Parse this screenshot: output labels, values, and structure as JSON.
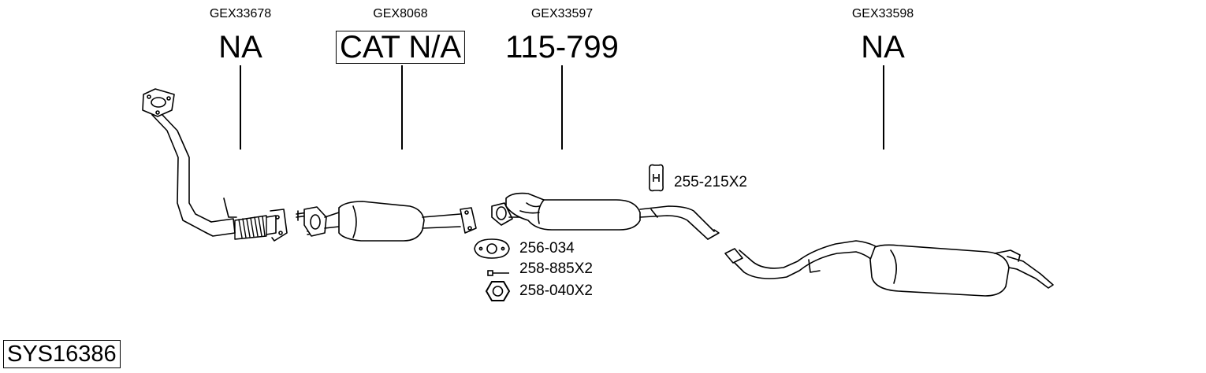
{
  "parts": [
    {
      "ref": "GEX33678",
      "code": "NA",
      "boxed": false
    },
    {
      "ref": "GEX8068",
      "code": "CAT N/A",
      "boxed": true
    },
    {
      "ref": "GEX33597",
      "code": "115-799",
      "boxed": false
    },
    {
      "ref": "GEX33598",
      "code": "NA",
      "boxed": false
    }
  ],
  "accessories": [
    {
      "code": "255-215X2",
      "icon": "rubber-hanger-icon"
    },
    {
      "code": "256-034",
      "icon": "flange-gasket-icon"
    },
    {
      "code": "258-885X2",
      "icon": "bolt-icon"
    },
    {
      "code": "258-040X2",
      "icon": "hex-nut-icon"
    }
  ],
  "system_code": "SYS16386"
}
